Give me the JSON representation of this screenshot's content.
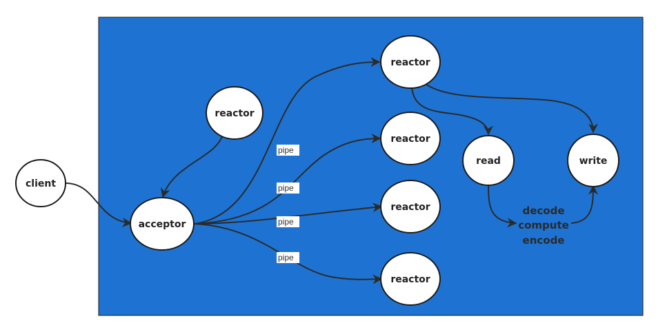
{
  "nodes": {
    "client": "client",
    "acceptor": "acceptor",
    "reactor_main": "reactor",
    "reactor_1": "reactor",
    "reactor_2": "reactor",
    "reactor_3": "reactor",
    "reactor_4": "reactor",
    "read": "read",
    "write": "write"
  },
  "pipes": [
    "pipe",
    "pipe",
    "pipe",
    "pipe"
  ],
  "process_steps": [
    "decode",
    "compute",
    "encode"
  ],
  "colors": {
    "background_panel": "#1e73d2",
    "node_fill": "#ffffff",
    "edge": "#2b2b2b"
  }
}
